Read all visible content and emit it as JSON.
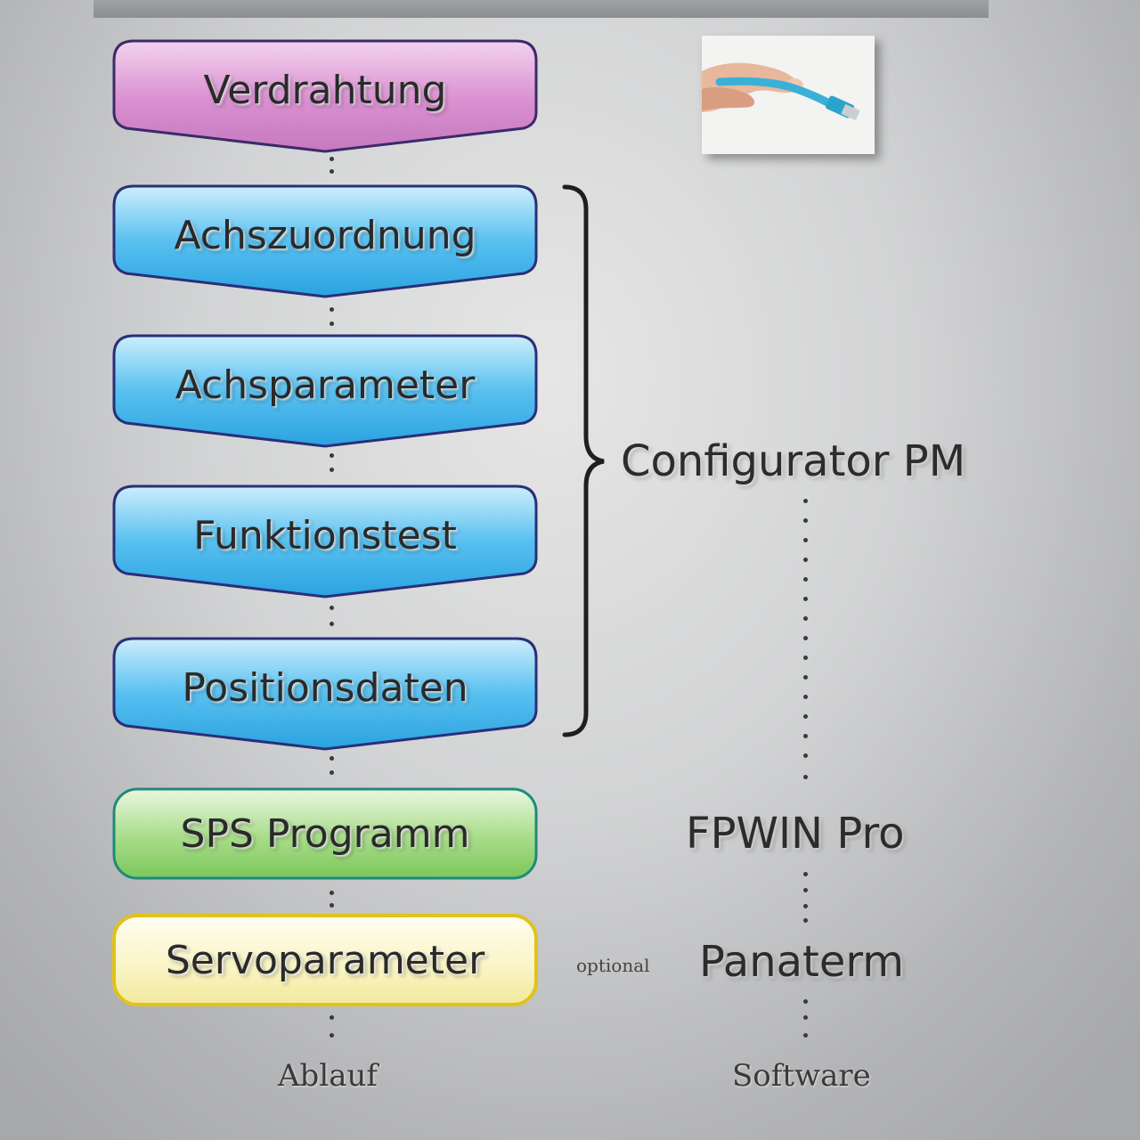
{
  "colors": {
    "verdrahtung": "#d98fd0",
    "configurator_steps": "#44b3ea",
    "sps": "#8ccf6a",
    "servo": "#f7f1b0",
    "text": "#2a2a2a"
  },
  "flow": {
    "steps": [
      {
        "label": "Verdrahtung"
      },
      {
        "label": "Achszuordnung"
      },
      {
        "label": "Achsparameter"
      },
      {
        "label": "Funktionstest"
      },
      {
        "label": "Positionsdaten"
      },
      {
        "label": "SPS Programm"
      },
      {
        "label": "Servoparameter"
      }
    ]
  },
  "software": {
    "configurator": "Configurator PM",
    "fpwin": "FPWIN Pro",
    "optional": "optional",
    "panaterm": "Panaterm"
  },
  "footer": {
    "ablauf": "Ablauf",
    "software": "Software"
  },
  "photo": {
    "icon": "usb-cable-photo"
  }
}
